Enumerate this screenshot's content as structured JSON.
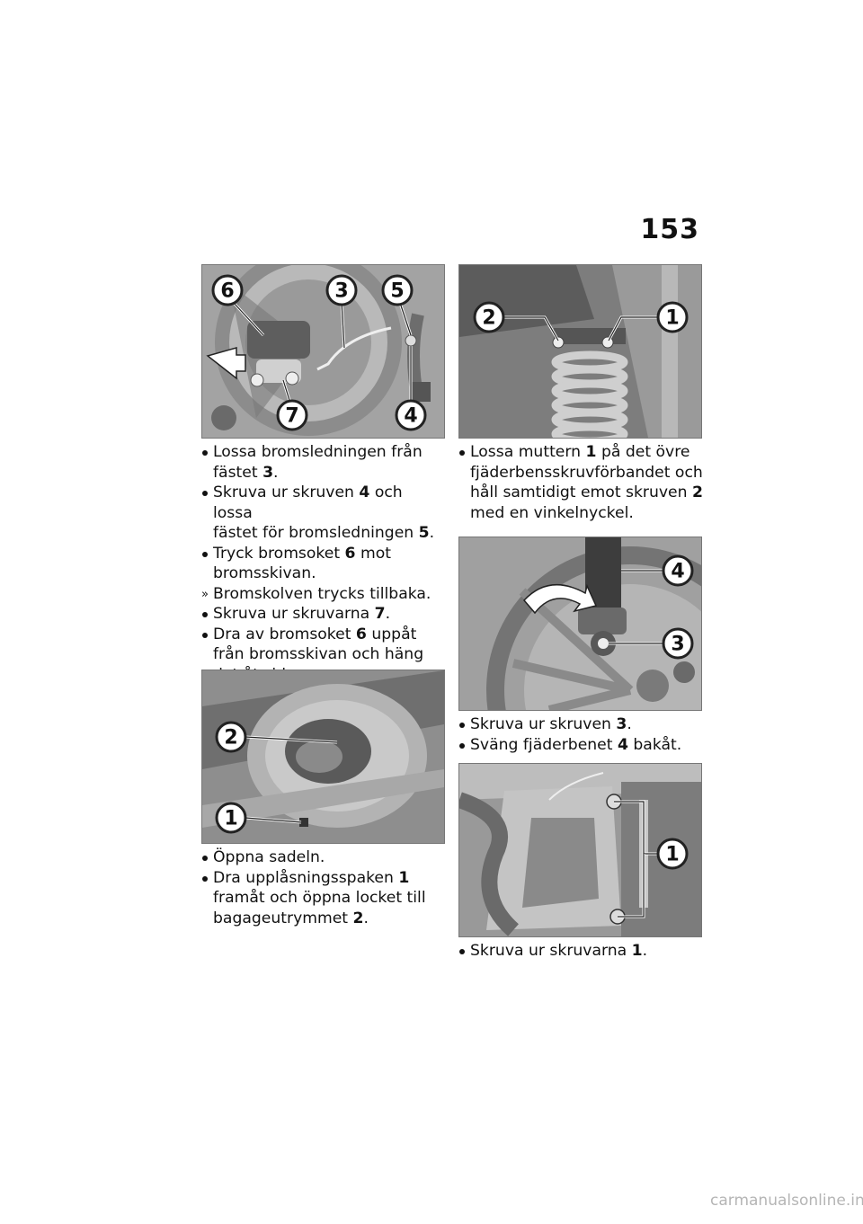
{
  "page_number": "153",
  "footer": "carmanualsonline.info",
  "figures": {
    "fig1": {
      "callouts": [
        "6",
        "3",
        "5",
        "7",
        "4"
      ]
    },
    "fig2": {
      "callouts": [
        "2",
        "1"
      ]
    },
    "fig3": {
      "callouts": [
        "2",
        "1"
      ]
    },
    "fig4": {
      "callouts": [
        "4",
        "3"
      ]
    },
    "fig5": {
      "callouts": [
        "1"
      ]
    }
  },
  "steps": {
    "s1": [
      {
        "type": "bullet",
        "line1": "Lossa bromsledningen från",
        "line2a": "fästet ",
        "b": "3",
        "line2b": "."
      },
      {
        "type": "bullet",
        "line1a": "Skruva ur skruven ",
        "b1": "4",
        "line1b": " och lossa",
        "line2a": "fästet för bromsledningen ",
        "b2": "5",
        "line2b": "."
      },
      {
        "type": "bullet",
        "line1a": "Tryck bromsoket ",
        "b": "6",
        "line1b": " mot",
        "line2": "bromsskivan."
      },
      {
        "type": "result",
        "text": "Bromskolven trycks tillbaka."
      },
      {
        "type": "bullet",
        "line1a": "Skruva ur skruvarna ",
        "b": "7",
        "line1b": "."
      },
      {
        "type": "bullet",
        "line1a": "Dra av bromsoket ",
        "b": "6",
        "line1b": " uppåt",
        "line2": "från bromsskivan och häng",
        "line3": "det åt sidan."
      }
    ],
    "s2": [
      {
        "type": "bullet",
        "text": "Öppna sadeln."
      },
      {
        "type": "bullet",
        "line1a": "Dra upplåsningsspaken ",
        "b1": "1",
        "line2": "framåt och öppna locket till",
        "line3a": "bagageutrymmet ",
        "b2": "2",
        "line3b": "."
      }
    ],
    "s3": [
      {
        "type": "bullet",
        "line1a": "Lossa muttern ",
        "b1": "1",
        "line1b": " på det övre",
        "line2": "fjäderbensskruvförbandet och",
        "line3a": "håll samtidigt emot skruven ",
        "b2": "2",
        "line4": "med en vinkelnyckel."
      }
    ],
    "s4": [
      {
        "type": "bullet",
        "line1a": "Skruva ur skruven ",
        "b": "3",
        "line1b": "."
      },
      {
        "type": "bullet",
        "line1a": "Sväng fjäderbenet ",
        "b": "4",
        "line1b": " bakåt."
      }
    ],
    "s5": [
      {
        "type": "bullet",
        "line1a": "Skruva ur skruvarna ",
        "b": "1",
        "line1b": "."
      }
    ]
  }
}
